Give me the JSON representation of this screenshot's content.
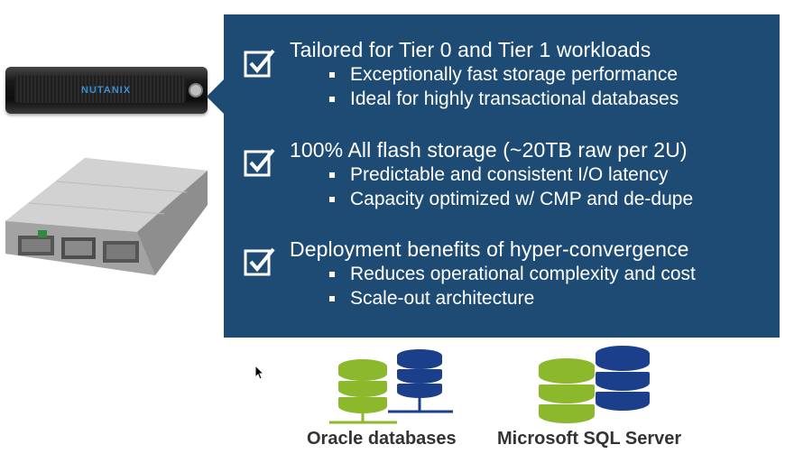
{
  "sections": [
    {
      "heading": "Tailored for Tier 0 and Tier 1 workloads",
      "bullets": [
        "Exceptionally fast storage performance",
        "Ideal for highly transactional databases"
      ]
    },
    {
      "heading": "100% All flash storage (~20TB raw per 2U)",
      "bullets": [
        "Predictable and consistent I/O latency",
        "Capacity optimized w/ CMP and de-dupe"
      ]
    },
    {
      "heading": "Deployment benefits of hyper-convergence",
      "bullets": [
        "Reduces operational complexity and cost",
        "Scale-out architecture"
      ]
    }
  ],
  "hardware": {
    "logo": "NUTANIX"
  },
  "databases": {
    "oracle_label": "Oracle databases",
    "sqlserver_label": "Microsoft SQL Server"
  },
  "colors": {
    "panel": "#1d4b73",
    "db_green": "#8cb82b",
    "db_blue": "#1b3f8b"
  },
  "icons": [
    "checkbox-check-icon",
    "database-icon",
    "mouse-cursor-icon"
  ]
}
